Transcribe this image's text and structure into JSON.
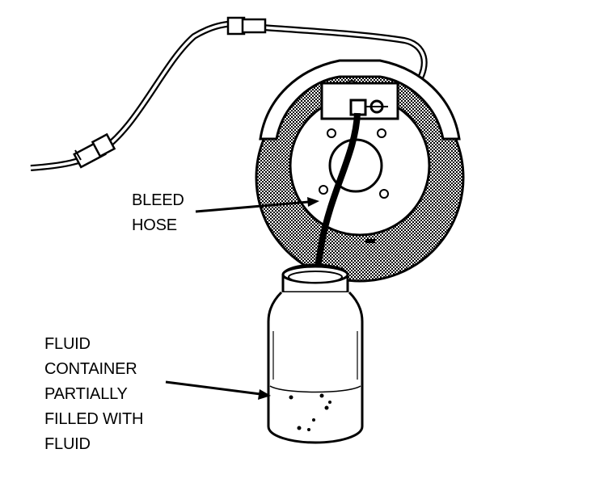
{
  "labels": {
    "bleed_hose": [
      "BLEED",
      "HOSE"
    ],
    "fluid_container": [
      "FLUID",
      "CONTAINER",
      "PARTIALLY",
      "FILLED WITH",
      "FLUID"
    ]
  },
  "colors": {
    "ink": "#000000",
    "paper": "#ffffff",
    "drum_shade": "#9a9a9a"
  }
}
